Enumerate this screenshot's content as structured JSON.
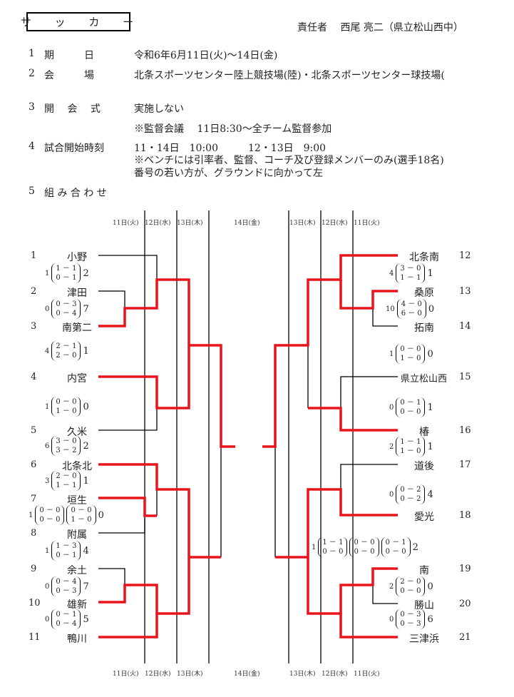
{
  "title": "サ ッ カ ー",
  "manager": "責任者　 西尾 亮二（県立松山西中）",
  "info": [
    {
      "no": "1",
      "label": "期　　　日",
      "value": "令和6年6月11日(火)～14日(金)"
    },
    {
      "no": "2",
      "label": "会　　　場",
      "value": "北条スポーツセンター陸上競技場(陸)・北条スポーツセンター球技場("
    },
    {
      "no": "3",
      "label": "開　 会　 式",
      "value": "実施しない"
    },
    {
      "no": "",
      "label": "",
      "value": "※監督会議　 11日8:30～全チーム監督参加"
    },
    {
      "no": "4",
      "label": "試合開始時刻",
      "value": "11・14日　10:00　　　12・13日　9:00"
    },
    {
      "no": "",
      "label": "",
      "value": "※ベンチには引率者、監督、コーチ及び登録メンバーのみ(選手18名)"
    },
    {
      "no": "",
      "label": "",
      "value": "番号の若い方が、グラウンドに向かって左"
    },
    {
      "no": "5",
      "label": "組 み 合 わ せ",
      "value": ""
    }
  ],
  "days_left": [
    "11日(火)",
    "12日(水)",
    "13日(木)"
  ],
  "day_final": "14日(金)",
  "days_right": [
    "13日(木)",
    "12日(水)",
    "11日(火)"
  ],
  "left_teams": [
    {
      "no": "1",
      "name": "小野"
    },
    {
      "no": "2",
      "name": "津田"
    },
    {
      "no": "3",
      "name": "南第二"
    },
    {
      "no": "4",
      "name": "内宮"
    },
    {
      "no": "5",
      "name": "久米"
    },
    {
      "no": "6",
      "name": "北条北"
    },
    {
      "no": "7",
      "name": "垣生"
    },
    {
      "no": "8",
      "name": "附属"
    },
    {
      "no": "9",
      "name": "余土"
    },
    {
      "no": "10",
      "name": "雄新"
    },
    {
      "no": "11",
      "name": "鴨川"
    }
  ],
  "right_teams": [
    {
      "no": "12",
      "name": "北条南"
    },
    {
      "no": "13",
      "name": "桑原"
    },
    {
      "no": "14",
      "name": "拓南"
    },
    {
      "no": "15",
      "name": "県立松山西"
    },
    {
      "no": "16",
      "name": "椿"
    },
    {
      "no": "17",
      "name": "道後"
    },
    {
      "no": "18",
      "name": "愛光"
    },
    {
      "no": "19",
      "name": "南"
    },
    {
      "no": "20",
      "name": "勝山"
    },
    {
      "no": "21",
      "name": "三津浜"
    }
  ],
  "left_scores": [
    {
      "left": "1",
      "h1": "1 － 1",
      "h2": "0 － 1",
      "right": "2"
    },
    {
      "left": "0",
      "h1": "0 － 3",
      "h2": "0 － 4",
      "right": "7"
    },
    {
      "left": "4",
      "h1": "2 － 1",
      "h2": "2 － 0",
      "right": "1"
    },
    {
      "left": "1",
      "h1": "0 － 0",
      "h2": "1 － 0",
      "right": "0"
    },
    {
      "left": "6",
      "h1": "3 － 0",
      "h2": "3 － 2",
      "right": "2"
    },
    {
      "left": "3",
      "h1": "2 － 0",
      "h2": "1 － 1",
      "right": "1"
    },
    {
      "left": "1",
      "h1": "0 － 0",
      "h2": "0 － 0",
      "h3": "0 － 0",
      "h4": "1 － 0",
      "right": "0"
    },
    {
      "left": "1",
      "h1": "1 － 3",
      "h2": "0 － 1",
      "right": "4"
    },
    {
      "left": "0",
      "h1": "0 － 4",
      "h2": "0 － 3",
      "right": "7"
    },
    {
      "left": "0",
      "h1": "0 － 1",
      "h2": "0 － 4",
      "right": "5"
    }
  ],
  "right_scores": [
    {
      "left": "4",
      "h1": "3 － 0",
      "h2": "1 － 1",
      "right": "1"
    },
    {
      "left": "10",
      "h1": "4 － 0",
      "h2": "6 － 0",
      "right": "0"
    },
    {
      "left": "1",
      "h1": "0 － 0",
      "h2": "1 － 0",
      "right": "0"
    },
    {
      "left": "0",
      "h1": "0 － 1",
      "h2": "0 － 0",
      "right": "1"
    },
    {
      "left": "2",
      "h1": "1 － 1",
      "h2": "1 － 0",
      "right": "1"
    },
    {
      "left": "0",
      "h1": "0 － 2",
      "h2": "0 － 2",
      "right": "4"
    },
    {
      "left": "1",
      "h1": "1 － 1",
      "h2": "0 － 0",
      "h3": "0 － 0",
      "h4": "0 － 0",
      "h5": "0 － 1",
      "h6": "0 － 0",
      "right": "2"
    },
    {
      "left": "2",
      "h1": "2 － 0",
      "h2": "0 － 0",
      "right": "0"
    },
    {
      "left": "0",
      "h1": "0 － 3",
      "h2": "0 － 3",
      "right": "6"
    }
  ],
  "colors": {
    "win": "#e8141c",
    "line": "#000000"
  }
}
